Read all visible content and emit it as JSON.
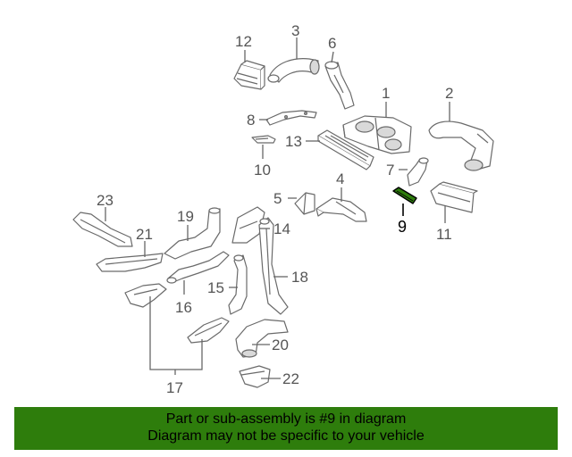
{
  "callouts": {
    "c1": "1",
    "c2": "2",
    "c3": "3",
    "c4": "4",
    "c5": "5",
    "c6": "6",
    "c7": "7",
    "c8": "8",
    "c9": "9",
    "c10": "10",
    "c11": "11",
    "c12": "12",
    "c13": "13",
    "c14": "14",
    "c15": "15",
    "c16": "16",
    "c17": "17",
    "c18": "18",
    "c19": "19",
    "c20": "20",
    "c21": "21",
    "c22": "22",
    "c23": "23"
  },
  "highlighted_part": "9",
  "footer": {
    "line1": "Part or sub-assembly is #9 in diagram",
    "line2": "Diagram may not be specific to your vehicle"
  },
  "colors": {
    "footer_background": "#2e7d0c",
    "highlight_part": "#2e7d0c",
    "line_art": "#6a6a6a"
  }
}
